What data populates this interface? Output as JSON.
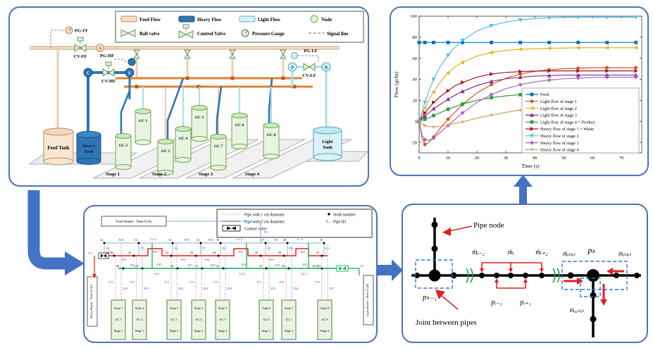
{
  "panel1": {
    "legend": {
      "feed_flow": "Feed Flow",
      "heavy_flow": "Heavy Flow",
      "light_flow": "Light Flow",
      "node": "Node",
      "ball_valve": "Ball valve",
      "control_valve": "Control Valve",
      "pressure_gauge": "Pressure Gauge",
      "signal_line": "Signal line"
    },
    "labels": {
      "pg_ff": "PG-FF",
      "cv_ff": "CV-FF",
      "node_a": "A",
      "pg_hf": "PG-HF",
      "cv_hf": "CV-HF",
      "node_c": "C",
      "node_e": "E",
      "pg_lf": "PG-LF",
      "cv_lf": "CV-LF",
      "node_d": "D",
      "node_b": "B"
    },
    "tanks": {
      "feed": "Feed Tank",
      "heavy_1": "Heavy",
      "heavy_2": "Tank",
      "light_1": "Light",
      "light_2": "Tank"
    },
    "gc": [
      "GC 1",
      "GC 2",
      "GC 3",
      "GC 4",
      "GC 5",
      "GC 6",
      "GC 7",
      "GC 8"
    ],
    "stages": [
      "Stage 1",
      "Stage 2",
      "Stage 3",
      "Stage 4"
    ]
  },
  "chart_data": {
    "type": "line",
    "title": "",
    "xlabel": "Time (s)",
    "ylabel": "Flow (gr/hr)",
    "xlim": [
      0,
      77
    ],
    "ylim": [
      -30,
      100
    ],
    "xticks": [
      0,
      10,
      20,
      30,
      40,
      50,
      60,
      70
    ],
    "yticks": [
      -20,
      0,
      20,
      40,
      60,
      80,
      100
    ],
    "grid": false,
    "legend_position": "inside-right-bottom",
    "x": [
      0,
      1,
      2,
      3.5,
      5,
      7.5,
      10,
      12.5,
      15,
      20,
      25,
      30,
      35,
      40,
      45,
      50,
      55,
      60,
      65,
      70,
      75
    ],
    "marker_every": 2,
    "series": [
      {
        "name": "Feed",
        "color": "#0072bd",
        "marker": "square",
        "values": [
          75,
          75,
          75,
          75,
          75,
          75,
          75,
          75,
          75,
          75,
          75,
          75,
          75,
          75,
          75,
          75,
          75,
          75,
          75,
          75,
          75
        ]
      },
      {
        "name": "Light flow of stage 1",
        "color": "#d95319",
        "marker": "circle",
        "values": [
          0,
          -16,
          -22,
          -20,
          -15,
          -6,
          2,
          9,
          16,
          27,
          35,
          41,
          45,
          47.5,
          49,
          50,
          50.5,
          51,
          51,
          51,
          51
        ]
      },
      {
        "name": "Light flow of stage 2",
        "color": "#edb120",
        "marker": "triangle-left",
        "values": [
          0,
          7,
          13,
          21,
          28,
          38,
          46,
          52,
          56,
          62,
          65.5,
          67.5,
          68.5,
          69,
          69.5,
          69.7,
          70,
          70,
          70,
          70,
          70
        ]
      },
      {
        "name": "Light flow of stage 3",
        "color": "#7e2f8e",
        "marker": "triangle-up",
        "values": [
          0,
          2.5,
          5,
          8.5,
          12,
          16.5,
          21,
          25,
          28.5,
          34,
          38,
          40.5,
          42,
          43,
          43.6,
          44,
          44,
          44,
          44,
          44,
          44
        ]
      },
      {
        "name": "Light flow of stage 4 = Product",
        "color": "#2e9e40",
        "marker": "square",
        "values": [
          0,
          1,
          2,
          3.5,
          5.5,
          8.5,
          11.5,
          14,
          16.5,
          20,
          22.5,
          24.2,
          25.4,
          26.1,
          26.5,
          26.8,
          27,
          27,
          27,
          27,
          27
        ]
      },
      {
        "name": "Heavy flow of stage 1 = Waste",
        "color": "#a2142f",
        "marker": "triangle-right",
        "values": [
          0,
          4,
          8,
          13,
          18,
          24,
          29,
          34,
          37,
          42,
          45,
          46.5,
          47.3,
          47.8,
          48,
          48,
          48,
          48,
          48,
          48,
          48
        ]
      },
      {
        "name": "Heavy flow of stage 2",
        "color": "#4dbeee",
        "marker": "triangle-down",
        "values": [
          0,
          9,
          18,
          30,
          40,
          53,
          63,
          71,
          77,
          86,
          91,
          94.5,
          96.5,
          97.8,
          98.5,
          99,
          99,
          99,
          99,
          99,
          99
        ]
      },
      {
        "name": "Heavy flow of stage 3",
        "color": "#a569bd",
        "marker": "diamond",
        "values": [
          0,
          -13,
          -17.5,
          -18,
          -16,
          -10,
          -4,
          2,
          8,
          18,
          25.5,
          31,
          34.8,
          37.5,
          39.3,
          40.5,
          41.2,
          41.7,
          42,
          42,
          42
        ]
      },
      {
        "name": "Heavy flow of stage 4",
        "color": "#c9a063",
        "marker": "plus",
        "values": [
          0,
          -2.5,
          -4,
          -5,
          -5.3,
          -4.8,
          -3.5,
          -2,
          -0.5,
          3,
          6,
          8.5,
          10.8,
          12.5,
          14,
          15,
          15.8,
          16.4,
          16.8,
          17,
          17
        ]
      }
    ]
  },
  "panel3": {
    "legend": {
      "pipe1": "Pipe with 1 cm diameter",
      "pipe3": "Pipe with 3 cm diameter",
      "valve": "Control valve",
      "node_number": "Node number",
      "pipe_id_prefix": "P–",
      "pipe_id": "Pipe ID"
    },
    "feed_header": "Feed Header - Node 9 (A)",
    "heavy_header": "Heavy Header - Node 10 (C)",
    "light_header": "Light Header - Node 11 (B)",
    "p1": "P1",
    "p2": "P2",
    "p3": "P3",
    "top_nodes": [
      "12",
      "13",
      "14",
      "15",
      "16",
      "17",
      "18",
      "19"
    ],
    "drop_pipes": [
      "P4",
      "P5",
      "P6",
      "P7",
      "P8",
      "P9",
      "P10",
      "P11"
    ],
    "top_pipes": [
      "P28",
      "P29",
      "P30",
      "P31"
    ],
    "lz": [
      "Lz 2",
      "Lz 3",
      "Lz 4"
    ],
    "mid_nodes": [
      "20 (E)",
      "21",
      "22",
      "23",
      "24",
      "25",
      "26",
      "27"
    ],
    "mid_pipes": [
      "P32",
      "P33",
      "P34",
      "P35"
    ],
    "links": [
      "P40",
      "P41",
      "P42"
    ],
    "bot_nodes": [
      "28",
      "29",
      "30",
      "31",
      "32",
      "33",
      "34",
      "35 (D)"
    ],
    "bot_pipes": [
      "P36",
      "P37",
      "P38",
      "P39"
    ],
    "lp_pipes": [
      "P43",
      "P44",
      "P45"
    ],
    "lp": [
      "Lp 1",
      "Lp 2",
      "Lp 3"
    ],
    "red_drops": [
      "P12",
      "P13",
      "P14",
      "P15",
      "P16",
      "P17",
      "P18",
      "P19"
    ],
    "blue_drops": [
      "P20",
      "P21",
      "P22",
      "P23",
      "P24",
      "P25",
      "P26",
      "P27"
    ],
    "gc_boxes": [
      {
        "node": "Node 1",
        "gc": "GC 1",
        "stage": "Stage 1"
      },
      {
        "node": "Node 2",
        "gc": "GC 2",
        "stage": "Stage 1"
      },
      {
        "node": "Node 3",
        "gc": "GC 3",
        "stage": "Stage 2"
      },
      {
        "node": "Node 4",
        "gc": "GC 4",
        "stage": "Stage 2"
      },
      {
        "node": "Node 5",
        "gc": "GC 5",
        "stage": "Stage 2"
      },
      {
        "node": "Node 6",
        "gc": "GC 6",
        "stage": "Stage 3"
      },
      {
        "node": "Node 7",
        "gc": "GC 7",
        "stage": "Stage 3"
      },
      {
        "node": "Node 8",
        "gc": "GC 8",
        "stage": "Stage 4"
      }
    ]
  },
  "panel4": {
    "pipe_node": "Pipe node",
    "joint": "Joint between pipes",
    "m_im2": "ṁᵢ₋₂",
    "m_i": "ṁᵢ",
    "m_ip2": "ṁᵢ₊₂",
    "m_inlet_l": "ṁᵢₙₗₑₜ",
    "m_inlet_r": "ṁᵢₙₗₑₜ",
    "p_k": "pₖ",
    "p_km1": "pₖ₋₁",
    "p_im1": "pᵢ₋₁",
    "p_ip1": "pᵢ₊₁",
    "m_outlet": "ṁₒᵤₜₗₑₜ"
  },
  "colors": {
    "panel_border": "#4f71bd",
    "big_arrow": "#4472c4",
    "feed_pipe": "#f0d5b6",
    "heavy_pipe": "#2e75b6",
    "light_pipe": "#c5e8f2",
    "orange_header": "#e0812f",
    "node_fill": "#e2efda",
    "gc_fill": "#e8f3e0",
    "net_pipe1": "#9dc3e6",
    "net_pipe3": "#f01810",
    "net_green": "#00b050",
    "pipe_id": "#7030a0",
    "red_label": "#f01810"
  }
}
